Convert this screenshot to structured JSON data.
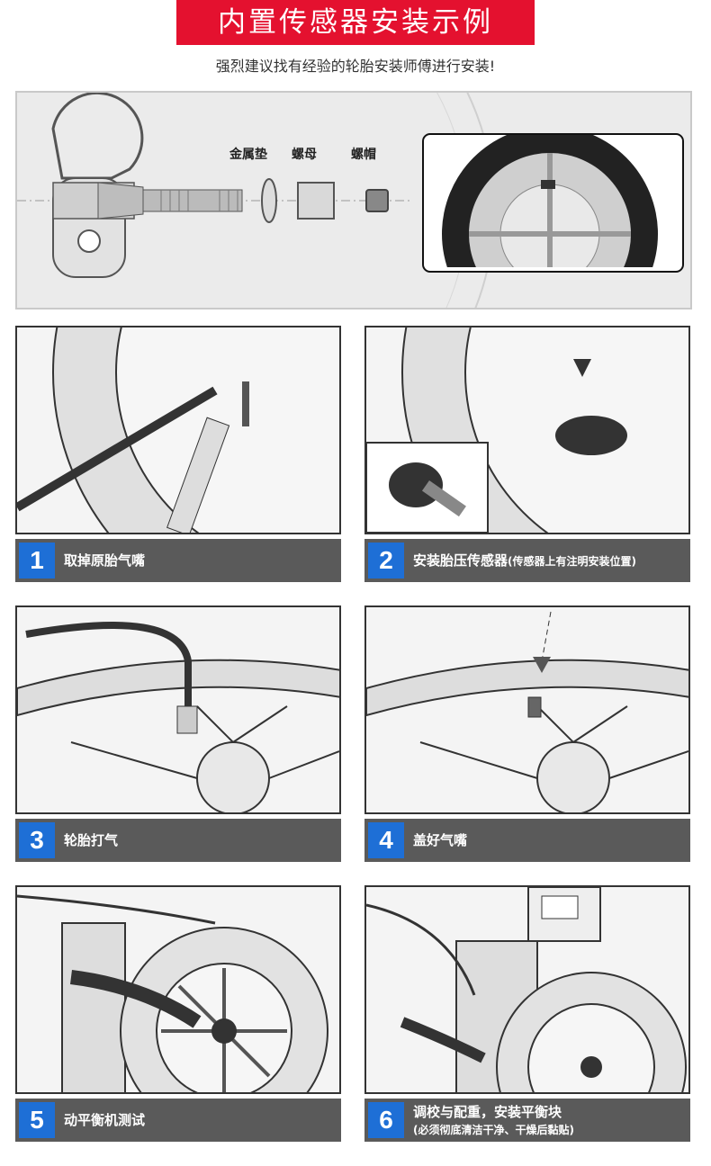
{
  "header": {
    "title": "内置传感器安装示例",
    "subtitle": "强烈建议找有经验的轮胎安装师傅进行安装!"
  },
  "parts": {
    "washer": "金属垫",
    "nut": "螺母",
    "cap": "螺帽"
  },
  "steps": [
    {
      "num": "1",
      "label": "取掉原胎气嘴",
      "note": ""
    },
    {
      "num": "2",
      "label": "安装胎压传感器",
      "note": "(传感器上有注明安装位置)"
    },
    {
      "num": "3",
      "label": "轮胎打气",
      "note": ""
    },
    {
      "num": "4",
      "label": "盖好气嘴",
      "note": ""
    },
    {
      "num": "5",
      "label": "动平衡机测试",
      "note": ""
    },
    {
      "num": "6",
      "label": "调校与配重，安装平衡块",
      "note": "(必须彻底清洁干净、干燥后黏贴)"
    }
  ],
  "colors": {
    "title_bg": "#e4112f",
    "number_bg": "#1e6fd6",
    "caption_bg": "#5a5a5a"
  }
}
